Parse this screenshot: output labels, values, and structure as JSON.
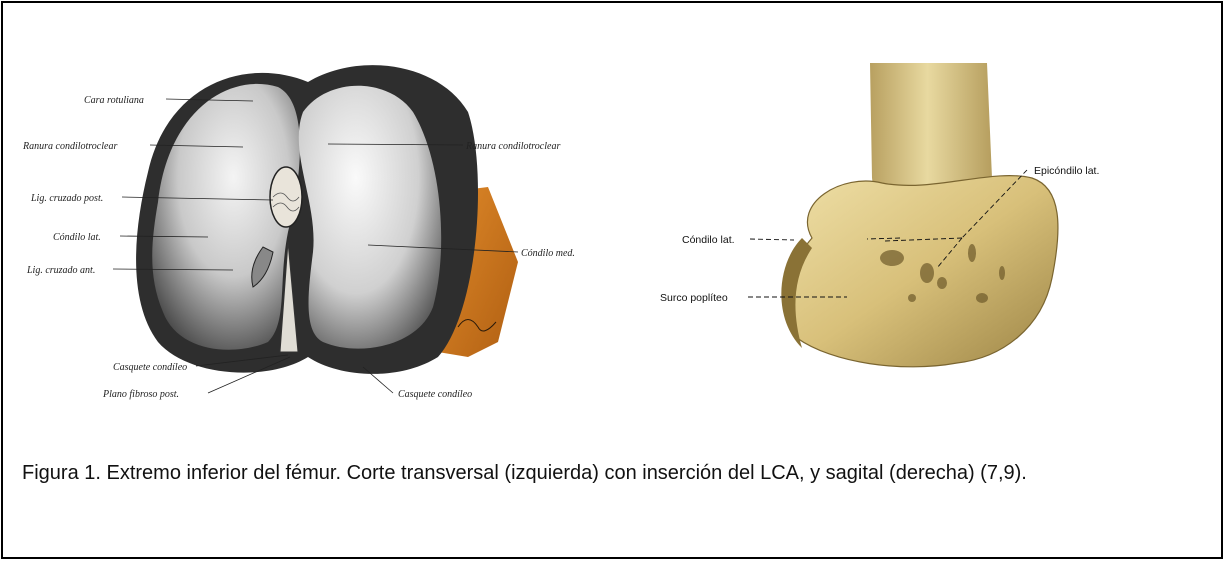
{
  "left_figure": {
    "labels": {
      "cara_rotuliana": "Cara rotuliana",
      "ranura_left": "Ranura condilotroclear",
      "ranura_right": "Ranura condilotroclear",
      "lig_post": "Lig. cruzado post.",
      "condilo_lat": "Cóndilo lat.",
      "condilo_med": "Cóndilo med.",
      "lig_ant": "Lig. cruzado ant.",
      "casquete_left": "Casquete condíleo",
      "plano_fibroso": "Plano fibroso post.",
      "casquete_right": "Casquete condíleo"
    }
  },
  "right_figure": {
    "labels": {
      "epicondilo": "Epicóndilo lat.",
      "condilo_lat": "Cóndilo lat.",
      "surco": "Surco poplíteo"
    }
  },
  "caption": "Figura 1. Extremo inferior del fémur. Corte transversal (izquierda) con inserción del LCA, y sagital (derecha) (7,9)."
}
